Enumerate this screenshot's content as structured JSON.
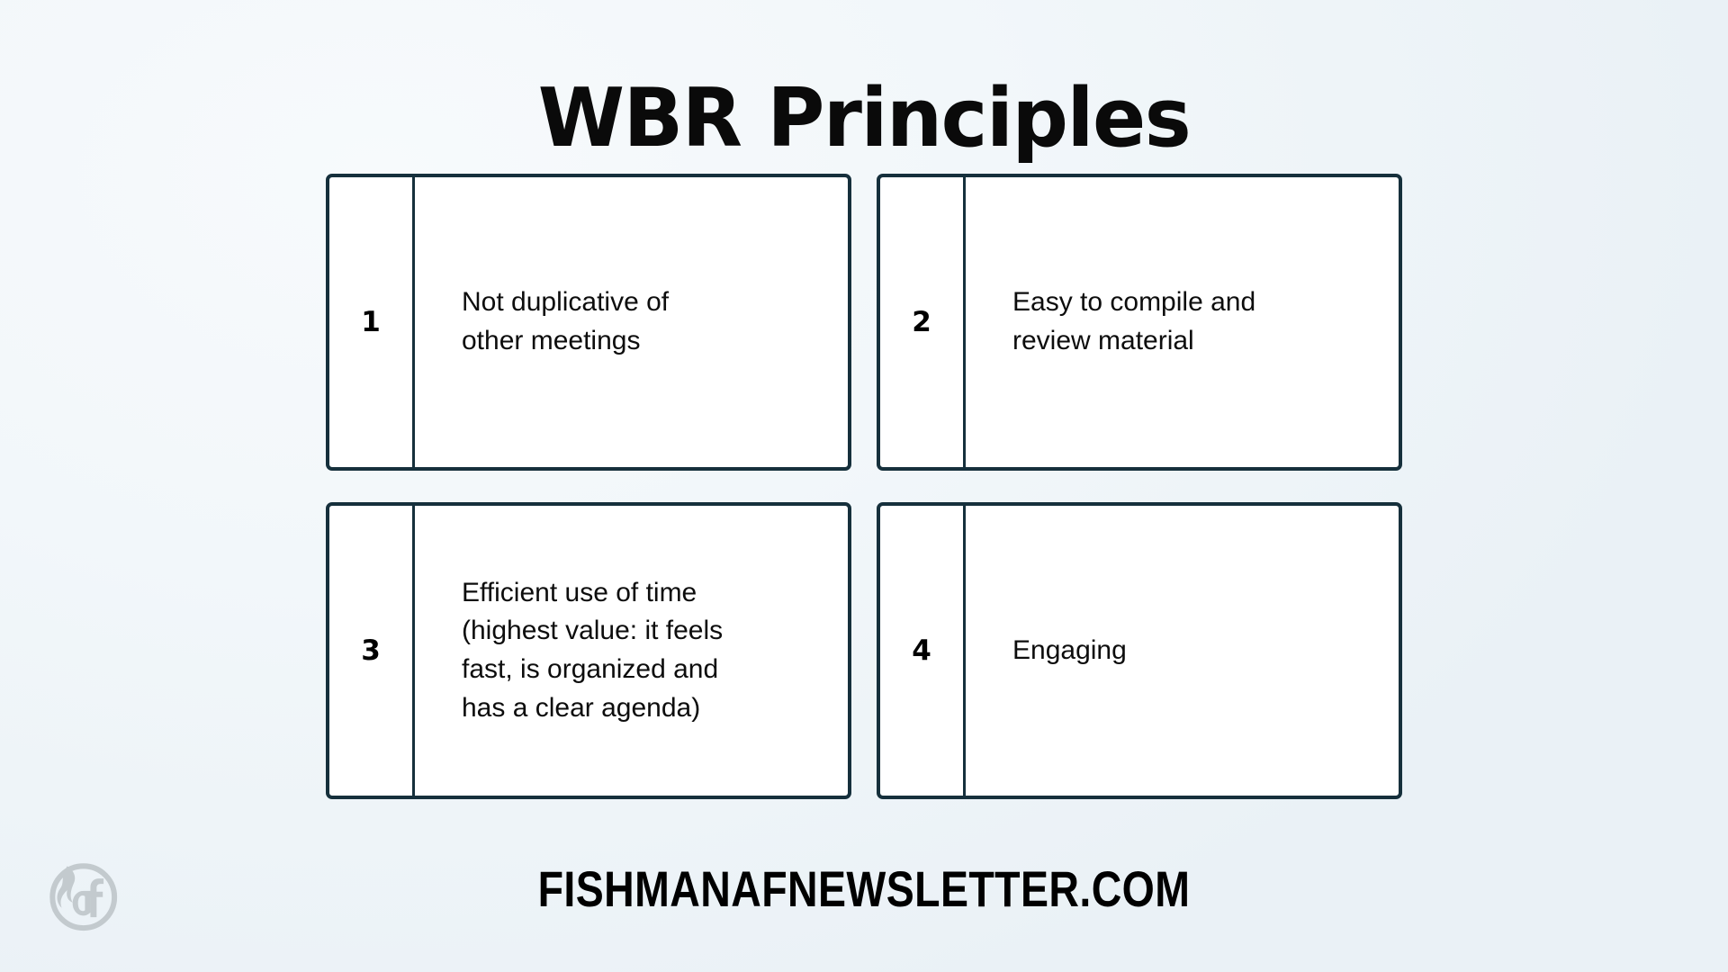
{
  "slide": {
    "title": "WBR Principles",
    "background_color": "#f2f7fa",
    "accent_color": "#16303c"
  },
  "cards": [
    {
      "number": "1",
      "text": "Not duplicative of\nother meetings"
    },
    {
      "number": "2",
      "text": "Easy to compile and\nreview material"
    },
    {
      "number": "3",
      "text": "Efficient use of time\n(highest value: it feels\nfast, is organized and\nhas a clear agenda)"
    },
    {
      "number": "4",
      "text": "Engaging"
    }
  ],
  "footer": {
    "url": "FISHMANAFNEWSLETTER.COM",
    "logo_name": "flame-df-monogram-logo",
    "logo_color": "#c3cace"
  }
}
